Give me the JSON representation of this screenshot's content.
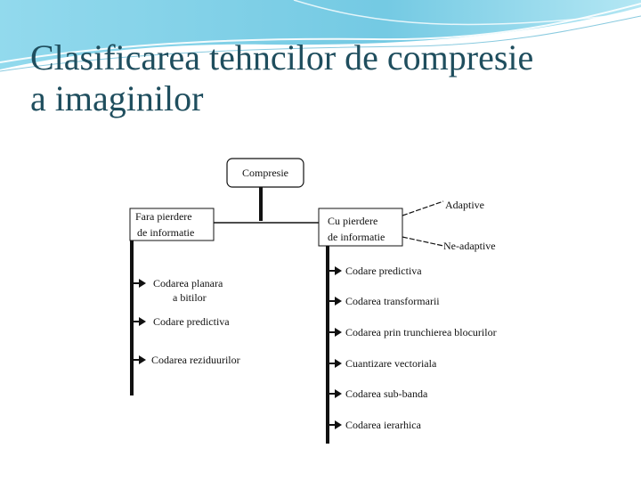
{
  "slide": {
    "title": "Clasificarea tehncilor de compresie\na imaginilor",
    "accent_color": "#5bc0de"
  },
  "diagram": {
    "root": "Compresie",
    "left_branch": {
      "lines": [
        "Fara  pierdere",
        "de informatie"
      ],
      "items": [
        [
          "Codarea planara",
          "a  bitilor"
        ],
        [
          "Codare predictiva"
        ],
        [
          "Codarea reziduurilor"
        ]
      ]
    },
    "right_branch": {
      "lines": [
        "Cu pierdere",
        "de informatie"
      ],
      "variants": [
        "Adaptive",
        "Ne-adaptive"
      ],
      "items": [
        "Codare predictiva",
        "Codarea transformarii",
        "Codarea prin trunchierea blocurilor",
        "Cuantizare vectoriala",
        "Codarea sub-banda",
        "Codarea ierarhica"
      ]
    }
  }
}
